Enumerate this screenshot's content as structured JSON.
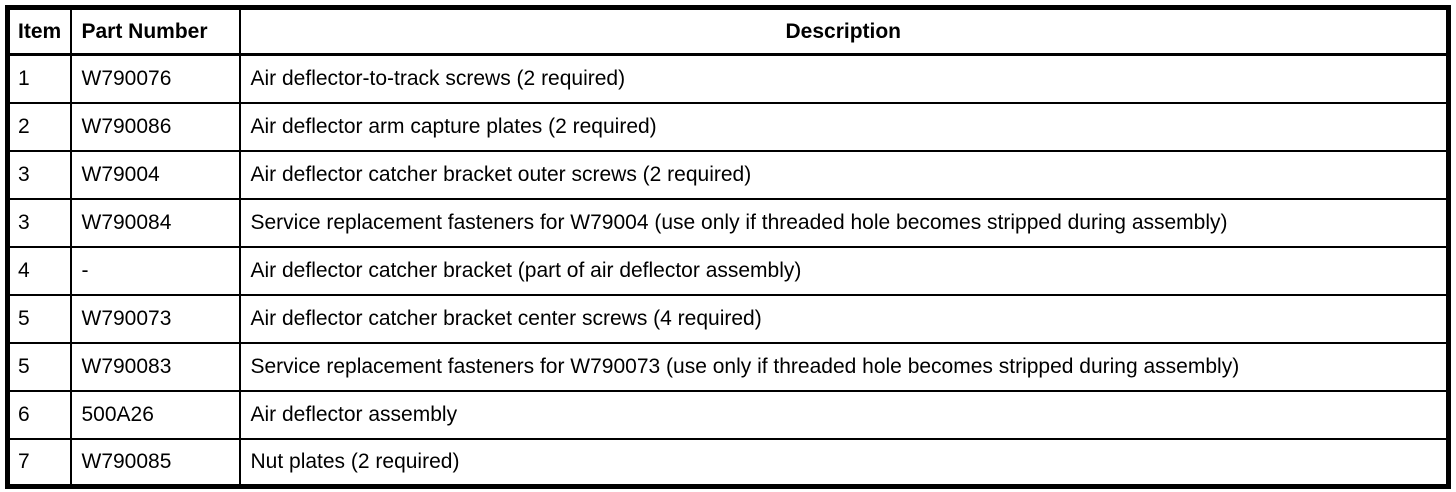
{
  "table": {
    "headers": [
      "Item",
      "Part Number",
      "Description"
    ],
    "rows": [
      {
        "item": "1",
        "part_number": "W790076",
        "description": "Air deflector-to-track screws (2 required)"
      },
      {
        "item": "2",
        "part_number": "W790086",
        "description": "Air deflector arm capture plates (2 required)"
      },
      {
        "item": "3",
        "part_number": "W79004",
        "description": "Air deflector catcher bracket outer screws (2 required)"
      },
      {
        "item": "3",
        "part_number": "W790084",
        "description": "Service replacement fasteners for W79004 (use only if threaded hole becomes stripped during assembly)"
      },
      {
        "item": "4",
        "part_number": "-",
        "description": "Air deflector catcher bracket (part of air deflector assembly)"
      },
      {
        "item": "5",
        "part_number": "W790073",
        "description": "Air deflector catcher bracket center screws (4 required)"
      },
      {
        "item": "5",
        "part_number": "W790083",
        "description": "Service replacement fasteners for W790073 (use only if threaded hole becomes stripped during assembly)"
      },
      {
        "item": "6",
        "part_number": "500A26",
        "description": "Air deflector assembly"
      },
      {
        "item": "7",
        "part_number": "W790085",
        "description": "Nut plates (2 required)"
      }
    ],
    "colors": {
      "border": "#000000",
      "background": "#ffffff",
      "text": "#000000"
    }
  }
}
